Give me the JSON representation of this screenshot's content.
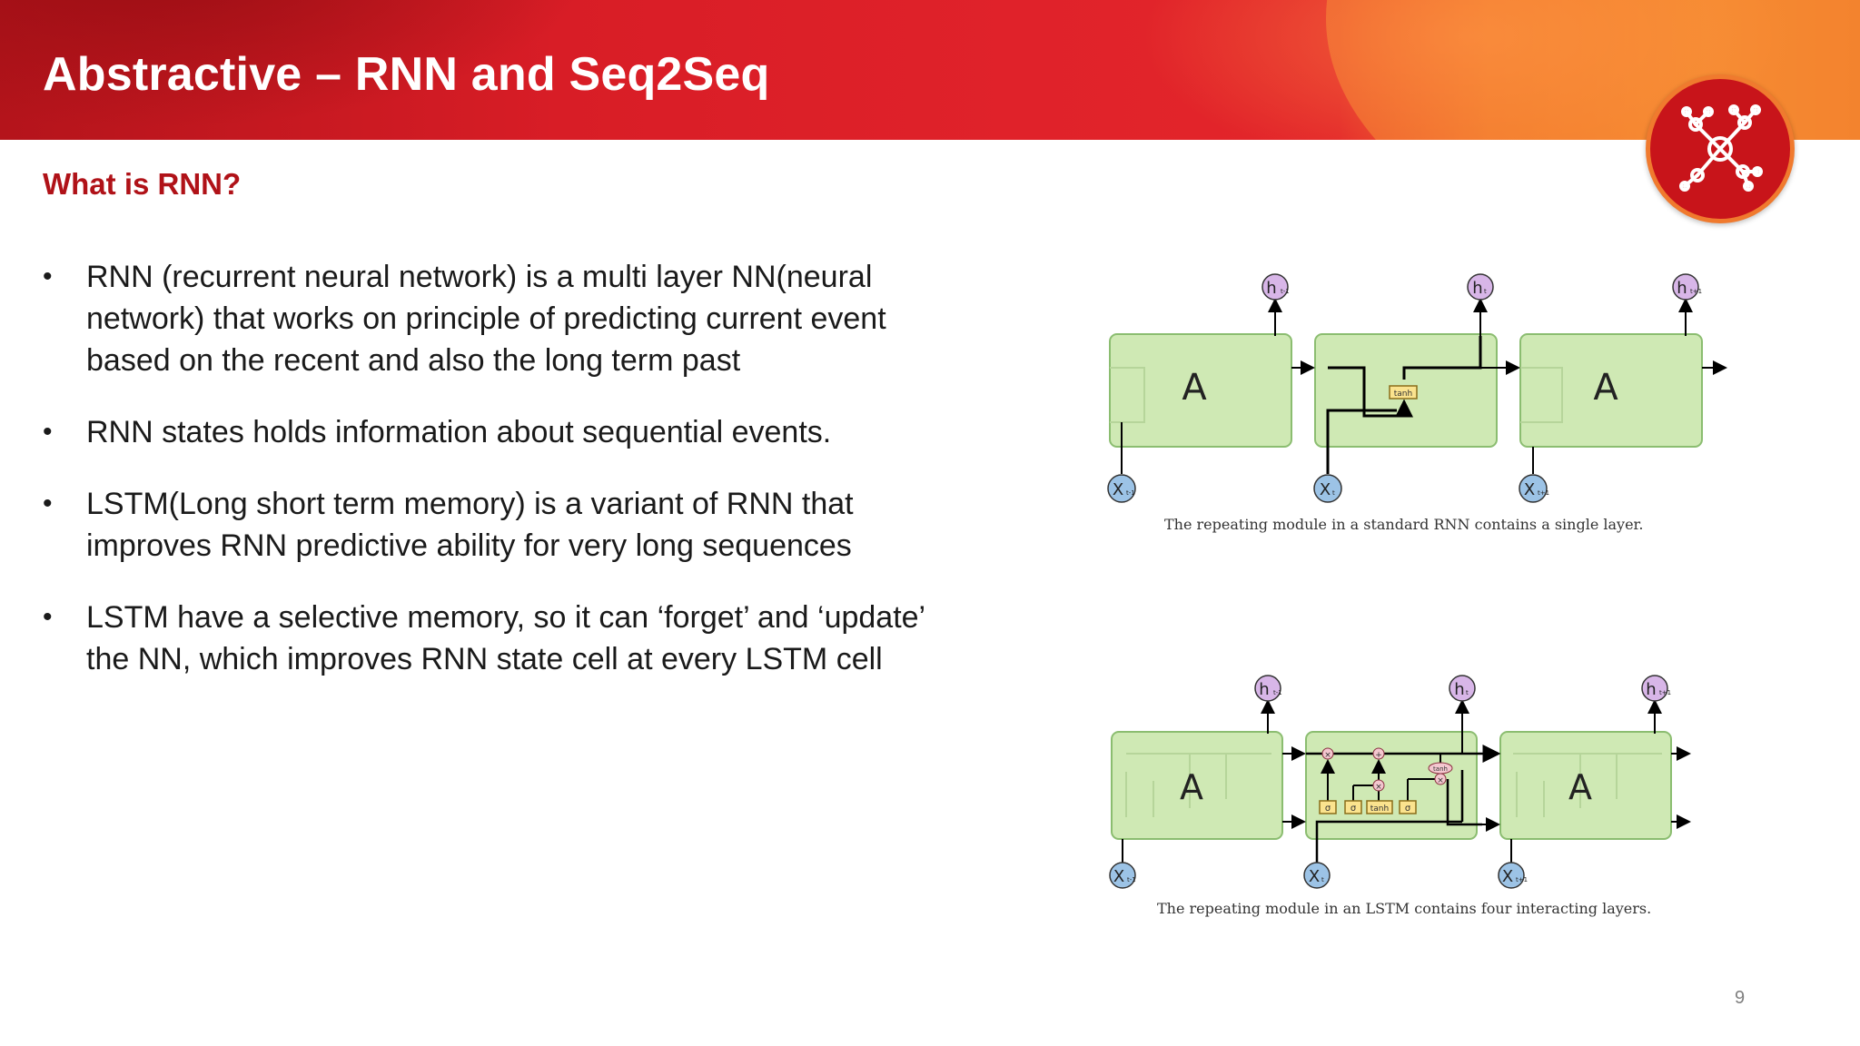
{
  "slide": {
    "title": "Abstractive – RNN and Seq2Seq",
    "subtitle": "What is RNN?",
    "page_number": "9"
  },
  "colors": {
    "banner_red": "#d81d26",
    "banner_orange": "#f58a33",
    "subtitle_red": "#b01218",
    "cell_green": "#cfe9b4",
    "cell_border": "#8bbd70",
    "input_blue": "#9cc3e6",
    "output_purple": "#d8b6e8"
  },
  "logo": {
    "icon": "network-nodes-icon"
  },
  "bullets": [
    {
      "bullet": "•",
      "text": "RNN (recurrent neural network) is a multi layer NN(neural network) that works on principle of predicting current event based on the recent and also the long term past"
    },
    {
      "bullet": "•",
      "text": "RNN states holds information about sequential events."
    },
    {
      "bullet": "•",
      "text": "LSTM(Long short term memory) is a variant of RNN that improves RNN predictive ability for very long sequences"
    },
    {
      "bullet": "•",
      "text": "LSTM have a selective memory, so it can ‘forget’ and ‘update’ the NN, which improves RNN state cell at every LSTM cell"
    }
  ],
  "rnn_diagram": {
    "cell_label": "A",
    "outputs": [
      "h",
      "h",
      "h"
    ],
    "output_subs": [
      "t-1",
      "t",
      "t+1"
    ],
    "inputs": [
      "X",
      "X",
      "X"
    ],
    "input_subs": [
      "t-1",
      "t",
      "t+1"
    ],
    "layer_label": "tanh",
    "caption": "The repeating module in a standard RNN contains a single layer."
  },
  "lstm_diagram": {
    "cell_label": "A",
    "outputs": [
      "h",
      "h",
      "h"
    ],
    "output_subs": [
      "t-1",
      "t",
      "t+1"
    ],
    "inputs": [
      "X",
      "X",
      "X"
    ],
    "input_subs": [
      "t-1",
      "t",
      "t+1"
    ],
    "gates": [
      "σ",
      "σ",
      "tanh",
      "σ"
    ],
    "ops": [
      "×",
      "+",
      "×",
      "×"
    ],
    "out_tanh": "tanh",
    "caption": "The repeating module in an LSTM contains four interacting layers."
  }
}
